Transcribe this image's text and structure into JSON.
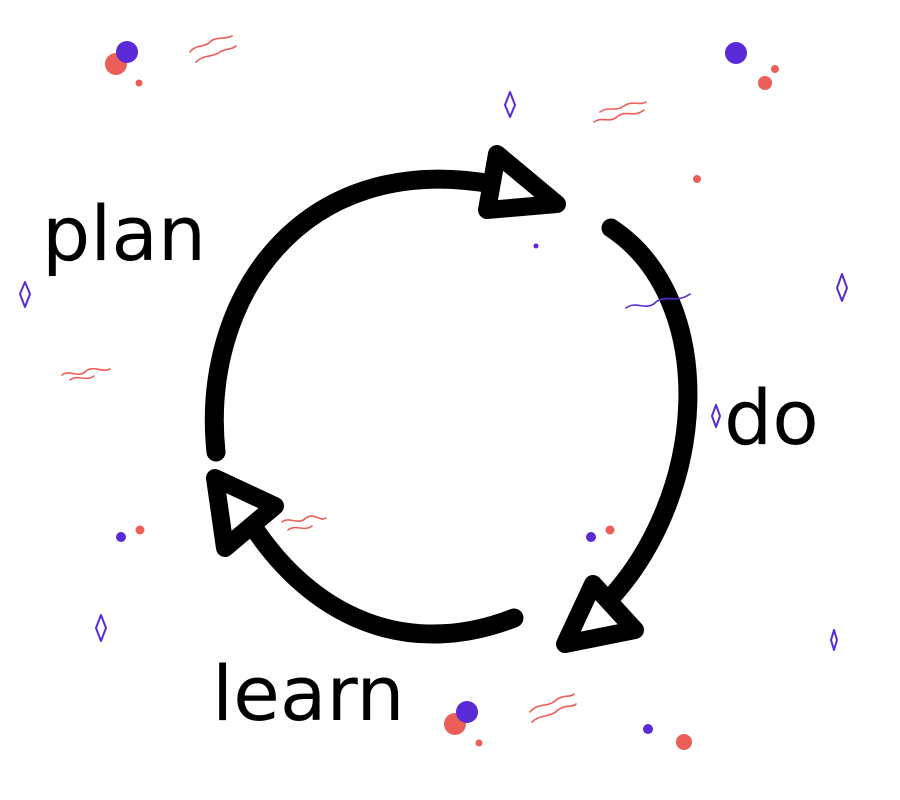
{
  "labels": {
    "plan": "plan",
    "do": "do",
    "learn": "learn"
  },
  "colors": {
    "arrow": "#000000",
    "accent_purple": "#5a2ad6",
    "accent_coral": "#ec5f58",
    "background": "#ffffff"
  },
  "icons": [
    "cycle-arrow",
    "diamond-sparkle",
    "squiggle",
    "dot"
  ]
}
